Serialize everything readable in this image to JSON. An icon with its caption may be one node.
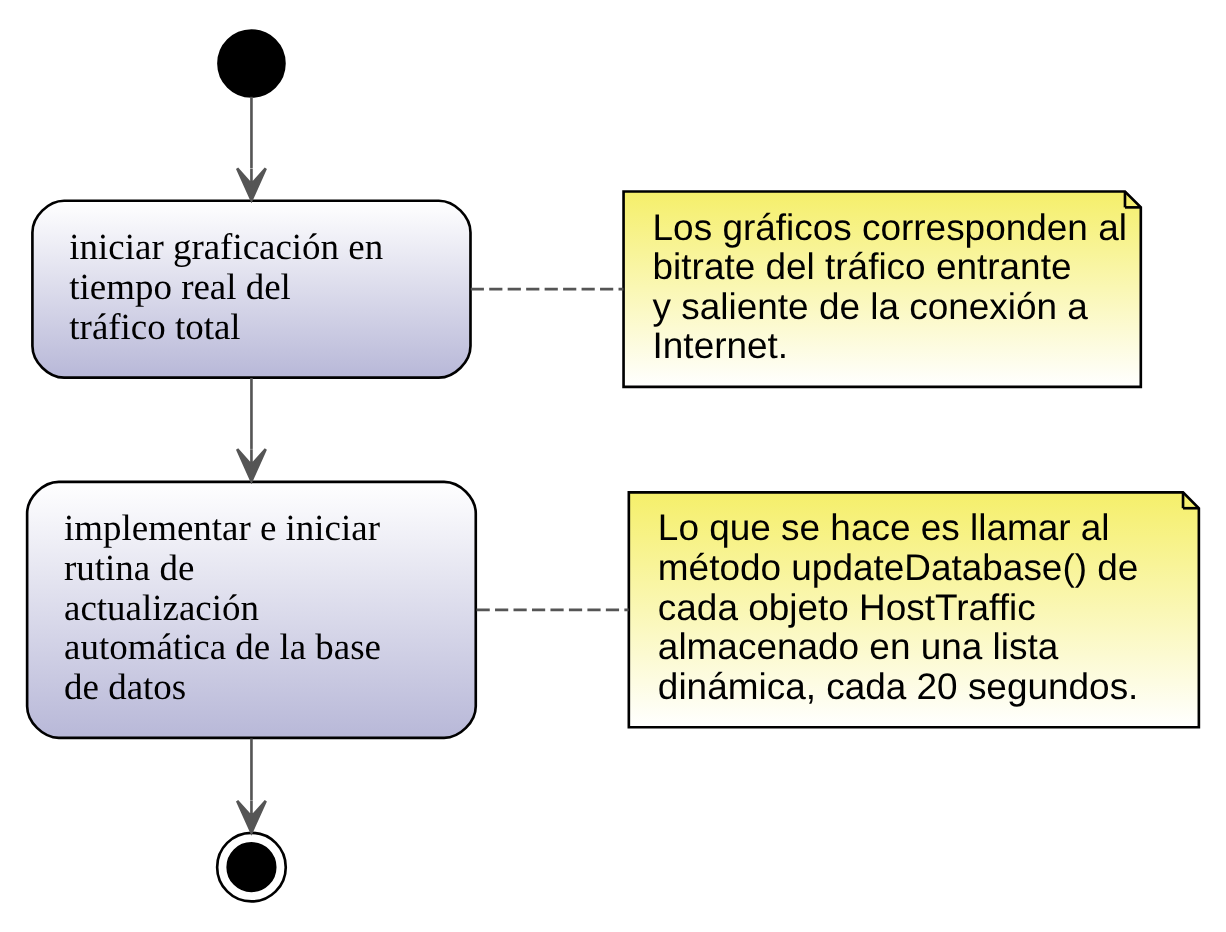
{
  "diagram": {
    "nodes": [
      {
        "text": [],
        "shape": "circle"
      },
      {
        "text": [
          "iniciar graficación en tiempo real del tráfico total"
        ]
      },
      {
        "text": [
          "Los gráficos corresponden al bitrate del tráfico entrante y saliente de la conexión a Internet."
        ]
      },
      {
        "text": [
          "implementar e iniciar rutina de actualización automática de la base de datos"
        ]
      },
      {
        "text": [
          "Lo que se hace es llamar al método updateDatabase() de cada objeto HostTraffic almacenado en una lista dinámica, cada 20 segundos."
        ]
      },
      {
        "text": [],
        "shape": "bullseye"
      }
    ],
    "edges": [
      {
        "from": 0,
        "to": 1,
        "arrow": "to"
      },
      {
        "from": 1,
        "to": 2,
        "arrow": "none",
        "style": "dashed"
      },
      {
        "from": 1,
        "to": 3,
        "arrow": "to"
      },
      {
        "from": 3,
        "to": 4,
        "arrow": "none",
        "style": "dashed"
      },
      {
        "from": 3,
        "to": 5,
        "arrow": "to"
      }
    ]
  }
}
